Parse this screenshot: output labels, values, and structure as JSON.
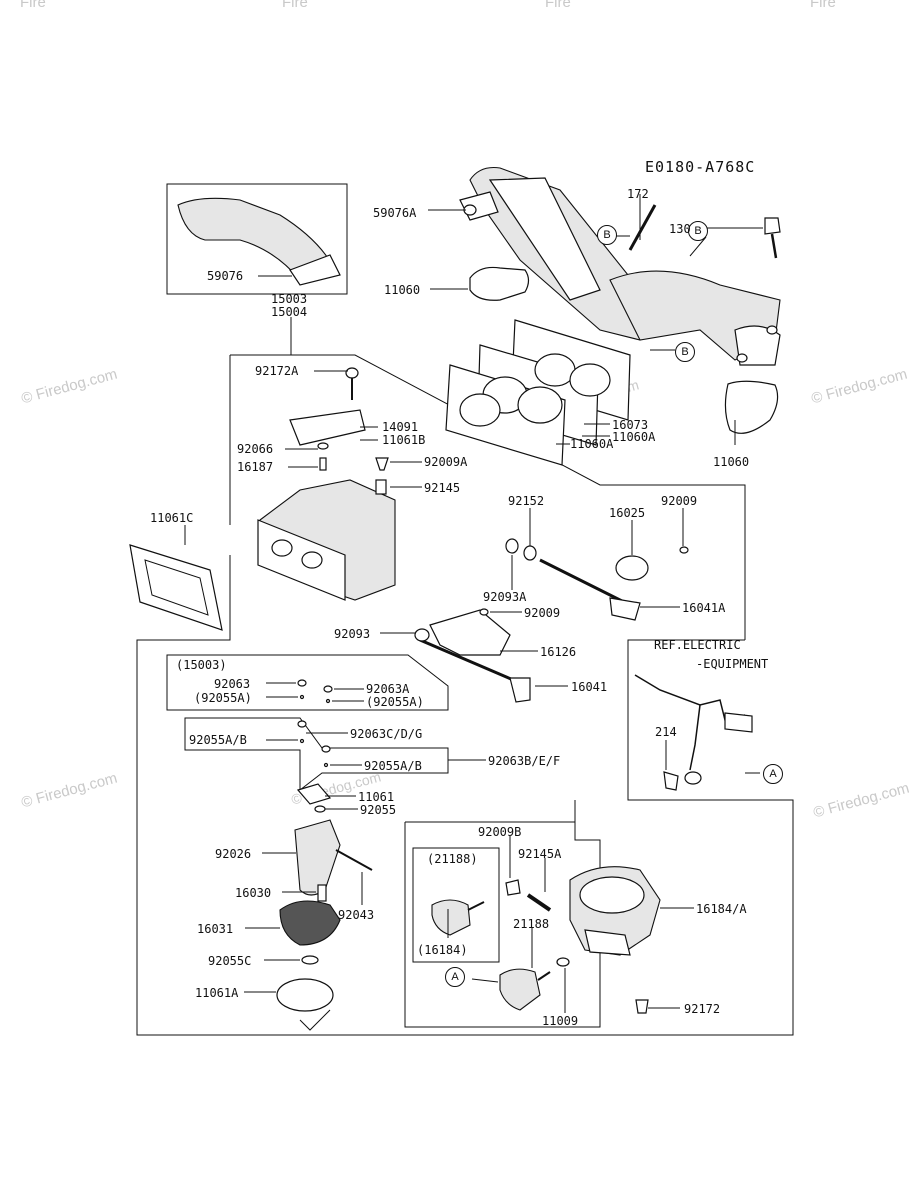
{
  "diagram_code": "E0180-A768C",
  "watermark_text": "© Firedog.com",
  "watermark_corner": "Fire",
  "ref_note": {
    "line1": "REF.ELECTRIC",
    "line2": "-EQUIPMENT"
  },
  "reference_markers": {
    "a": "A",
    "b": "B"
  },
  "part_labels": {
    "p172": "172",
    "p59076A": "59076A",
    "p130": "130",
    "p59076": "59076",
    "p11060_top": "11060",
    "p15003": "15003",
    "p15004": "15004",
    "p92172A": "92172A",
    "p14091": "14091",
    "p11061B": "11061B",
    "p11060A_1": "11060A",
    "p16073": "16073",
    "p11060A_2": "11060A",
    "p11060_right": "11060",
    "p92066": "92066",
    "p16187": "16187",
    "p92009A": "92009A",
    "p92145": "92145",
    "p92152": "92152",
    "p92009_top": "92009",
    "p16025": "16025",
    "p11061C": "11061C",
    "p92093A": "92093A",
    "p16041A": "16041A",
    "p92009_mid": "92009",
    "p92093": "92093",
    "p16126": "16126",
    "p16041": "16041",
    "p15003_paren": "(15003)",
    "p92063": "92063",
    "p92055A_paren_l": "(92055A)",
    "p92063A": "92063A",
    "p92055A_paren_r": "(92055A)",
    "p92055AB_l": "92055A/B",
    "p92063CDG": "92063C/D/G",
    "p92055AB_r": "92055A/B",
    "p92063BEF": "92063B/E/F",
    "p214": "214",
    "p11061": "11061",
    "p92055": "92055",
    "p92009B": "92009B",
    "p92026": "92026",
    "p21188_paren": "(21188)",
    "p92145A": "92145A",
    "p16184A": "16184/A",
    "p16030": "16030",
    "p21188": "21188",
    "p92043": "92043",
    "p16031": "16031",
    "p16184_paren": "(16184)",
    "p92055C": "92055C",
    "p11009": "11009",
    "p92172": "92172",
    "p11061A": "11061A"
  }
}
